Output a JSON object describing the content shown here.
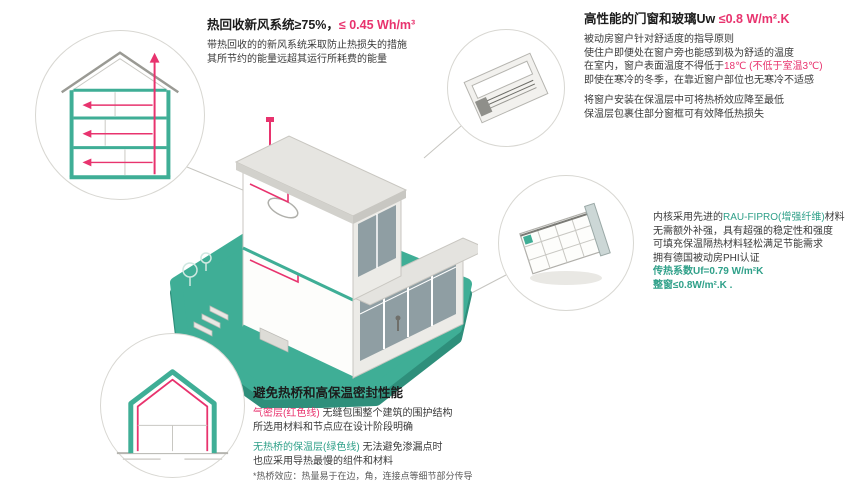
{
  "colors": {
    "teal": "#3fae96",
    "teal_dark": "#2e8f7b",
    "magenta": "#e8336e",
    "text": "#3a3a3a",
    "title": "#1c1c1c",
    "circle_border": "#d8d7d2"
  },
  "callouts": {
    "ventilation": {
      "title_prefix": "热回收新风系统≥75%，",
      "title_highlight": "≤ 0.45 Wh/m³",
      "body_line1": "带热回收的的新风系统采取防止热损失的措施",
      "body_line2": "其所节约的能量远超其运行所耗费的能量"
    },
    "windows": {
      "title_prefix": "高性能的门窗和玻璃Uw ",
      "title_highlight": "≤0.8 W/m².K",
      "p1_line1": "被动房窗户针对舒适度的指导原则",
      "p1_line2": "使住户即便处在窗户旁也能感到极为舒适的温度",
      "p1_line3_prefix": "在室内，窗户表面温度不得低于",
      "p1_line3_highlight": "18℃ (不低于室温3℃)",
      "p1_line4": "即使在寒冷的冬季，在靠近窗户部位也无寒冷不适感",
      "p2_line1": "将窗户安装在保温层中可将热桥效应降至最低",
      "p2_line2": "保温层包裹住部分窗框可有效降低热损失"
    },
    "profile": {
      "line1_prefix": "内核采用先进的",
      "line1_highlight": "RAU-FIPRO(增强纤维)",
      "line1_suffix": "材料",
      "line2": "无需额外补强，具有超强的稳定性和强度",
      "line3": "可填充保温隔热材料轻松满足节能需求",
      "line4": "拥有德国被动房PHI认证",
      "line5": "传热系数Uf=0.79 W/m²K",
      "line6": "整窗≤0.8W/m².K ."
    },
    "thermal": {
      "title": "避免热桥和高保温密封性能",
      "line1_highlight": "气密层(红色线)",
      "line1_rest": " 无缝包围整个建筑的围护结构",
      "line2": "所选用材料和节点应在设计阶段明确",
      "line3_highlight": "无热桥的保温层(绿色线)",
      "line3_rest": " 无法避免渗漏点时",
      "line4": "也应采用导热最慢的组件和材料",
      "footnote": "*热桥效应：热量易于在边，角，连接点等细节部分传导"
    }
  },
  "icons": {
    "ventilation_circle": "house-cross-section-with-heat-recovery-airflow",
    "window_corner_circle": "window-corner-detail",
    "profile_circle": "window-frame-profile-cross-section",
    "thermal_circle": "house-envelope-airtight-and-insulation-layers",
    "main_illustration": "isometric-passive-house-cutaway"
  }
}
